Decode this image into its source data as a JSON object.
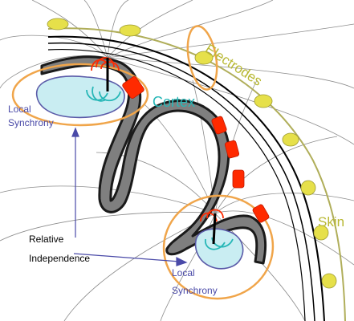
{
  "labels": {
    "electrodes": "Electrodes",
    "cortex": "Cortex",
    "skin": "Skin",
    "local_synchrony_top_line1": "Local",
    "local_synchrony_top_line2": "Synchrony",
    "relative_line1": "Relative",
    "relative_line2": "Independence",
    "local_synchrony_bottom_line1": "Local",
    "local_synchrony_bottom_line2": "Synchrony"
  },
  "colors": {
    "electrode": "#e6e04a",
    "electrode_label": "#b8b832",
    "cortex_fill": "#7f7f7f",
    "cortex_label": "#27b7b7",
    "source": "#ff2a00",
    "outline": "#f0a54a",
    "region_fill": "#c9edf2",
    "region_stroke": "#5a5aa8",
    "annotation": "#4a4aa8",
    "skin_line": "#b0ae5a",
    "field_line": "#8c8c8c"
  }
}
